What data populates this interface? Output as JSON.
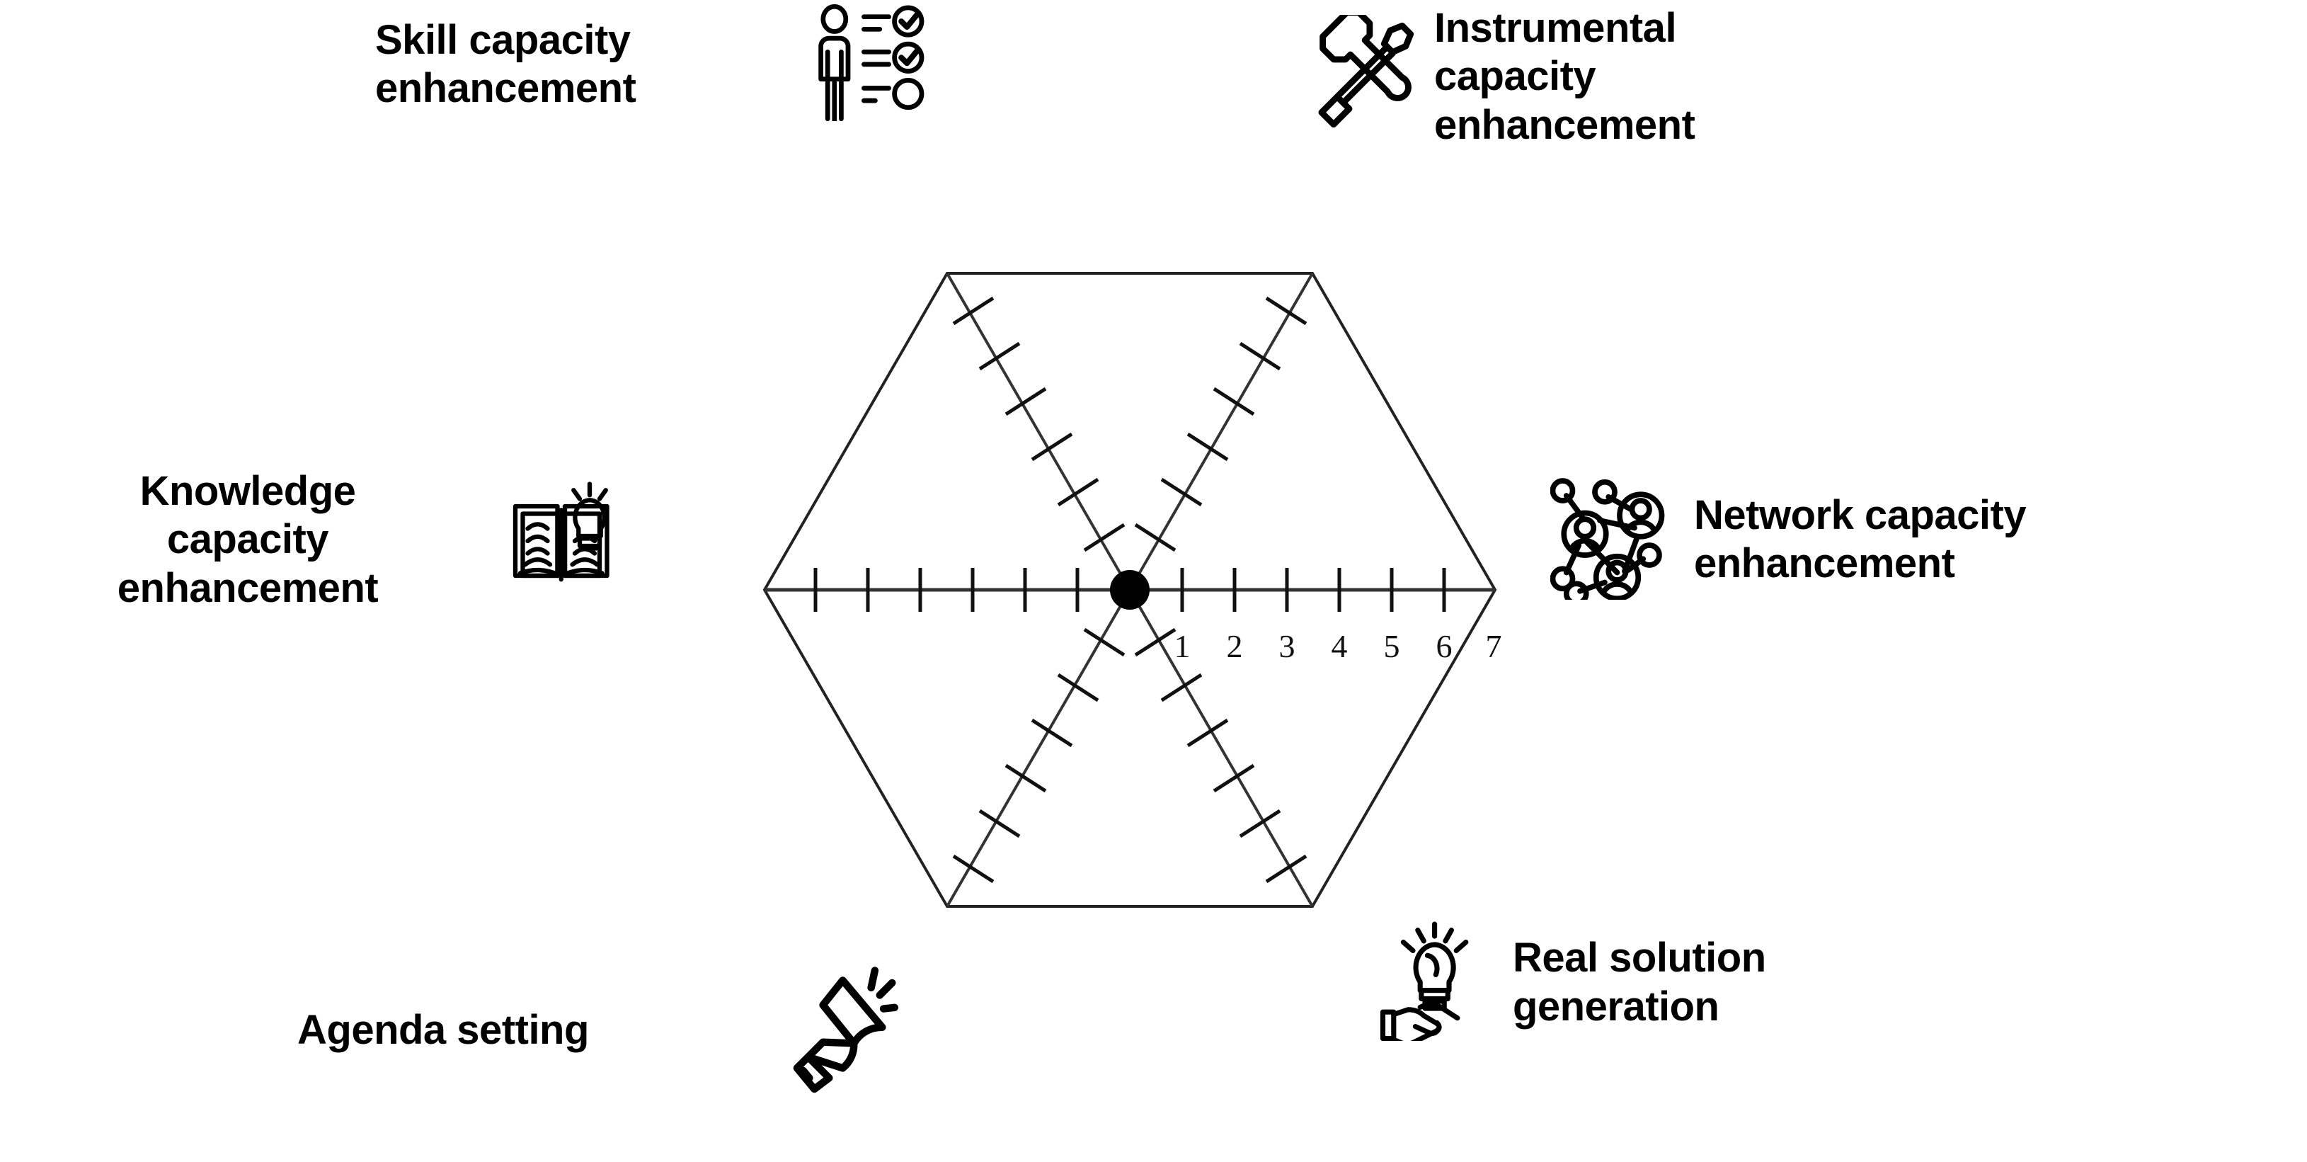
{
  "diagram": {
    "title": "Capacity enhancement hexagon radar",
    "background_color": "#ffffff",
    "stroke_color": "#1a1a1a"
  },
  "labels": {
    "skill": {
      "text": "Skill capacity\nenhancement",
      "icon": "person-checklist-icon"
    },
    "instrumental": {
      "text": "Instrumental\ncapacity\nenhancement",
      "icon": "wrench-screwdriver-icon"
    },
    "knowledge": {
      "text": "Knowledge\ncapacity\nenhancement",
      "icon": "book-lightbulb-icon"
    },
    "network": {
      "text": "Network capacity\nenhancement",
      "icon": "network-people-icon"
    },
    "agenda": {
      "text": "Agenda setting",
      "icon": "megaphone-icon"
    },
    "solution": {
      "text": "Real solution\ngeneration",
      "icon": "hand-lightbulb-icon"
    }
  },
  "chart_data": {
    "type": "radar",
    "title": "",
    "axes": [
      "Skill capacity enhancement",
      "Instrumental capacity enhancement",
      "Network capacity enhancement",
      "Real solution generation",
      "Agenda setting",
      "Knowledge capacity enhancement"
    ],
    "series": [],
    "values": [],
    "scale_min": 0,
    "scale_max": 7,
    "tick_labels": [
      "1",
      "2",
      "3",
      "4",
      "5",
      "6",
      "7"
    ],
    "tick_count": 7,
    "labeled_axis": "Network capacity enhancement",
    "grid": "hexagon-outline",
    "center_marker": "filled-dot",
    "legend": "none"
  },
  "axis_ticks": {
    "t1": "1",
    "t2": "2",
    "t3": "3",
    "t4": "4",
    "t5": "5",
    "t6": "6",
    "t7": "7"
  }
}
